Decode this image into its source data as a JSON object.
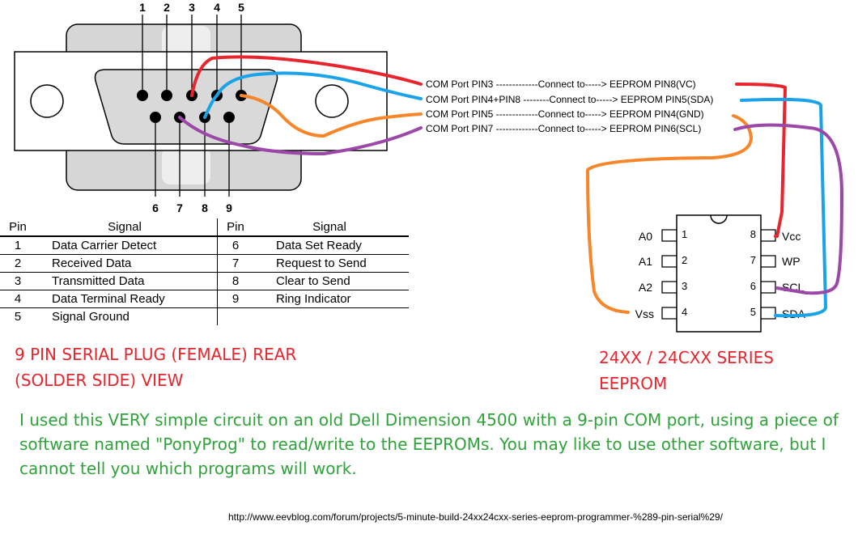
{
  "connector": {
    "top_pins": [
      "1",
      "2",
      "3",
      "4",
      "5"
    ],
    "bottom_pins": [
      "6",
      "7",
      "8",
      "9"
    ]
  },
  "connections": [
    {
      "text": "COM Port PIN3 -------------Connect to-----> EEPROM PIN8(VC)",
      "color": "#e8242c"
    },
    {
      "text": "COM Port PIN4+PIN8 --------Connect to-----> EEPROM PIN5(SDA)",
      "color": "#1aa3e8"
    },
    {
      "text": "COM Port PIN5 -------------Connect to-----> EEPROM PIN4(GND)",
      "color": "#f7862a"
    },
    {
      "text": "COM Port PIN7 -------------Connect to-----> EEPROM PIN6(SCL)",
      "color": "#9b48a8"
    }
  ],
  "pin_table": {
    "headers": [
      "Pin",
      "Signal",
      "Pin",
      "Signal"
    ],
    "rows": [
      [
        "1",
        "Data Carrier Detect",
        "6",
        "Data Set Ready"
      ],
      [
        "2",
        "Received Data",
        "7",
        "Request to Send"
      ],
      [
        "3",
        "Transmitted Data",
        "8",
        "Clear to Send"
      ],
      [
        "4",
        "Data  Terminal Ready",
        "9",
        "Ring Indicator"
      ],
      [
        "5",
        "Signal Ground",
        "",
        ""
      ]
    ]
  },
  "chip": {
    "left_labels": [
      "A0",
      "A1",
      "A2",
      "Vss"
    ],
    "left_numbers": [
      "1",
      "2",
      "3",
      "4"
    ],
    "right_numbers": [
      "8",
      "7",
      "6",
      "5"
    ],
    "right_labels": [
      "Vcc",
      "WP",
      "SCL",
      "SDA"
    ]
  },
  "captions": {
    "plug_line1": "9 PIN SERIAL PLUG (FEMALE) REAR",
    "plug_line2": "(SOLDER SIDE) VIEW",
    "eeprom_line1": "24XX / 24CXX SERIES",
    "eeprom_line2": "EEPROM"
  },
  "note": "I used this VERY simple circuit on an old Dell Dimension 4500 with a 9-pin COM port, using a piece of software named \"PonyProg\" to read/write to the EEPROMs. You may like to use other software, but I cannot tell you which programs will work.",
  "url": "http://www.eevblog.com/forum/projects/5-minute-build-24xx24cxx-series-eeprom-programmer-%289-pin-serial%29/"
}
